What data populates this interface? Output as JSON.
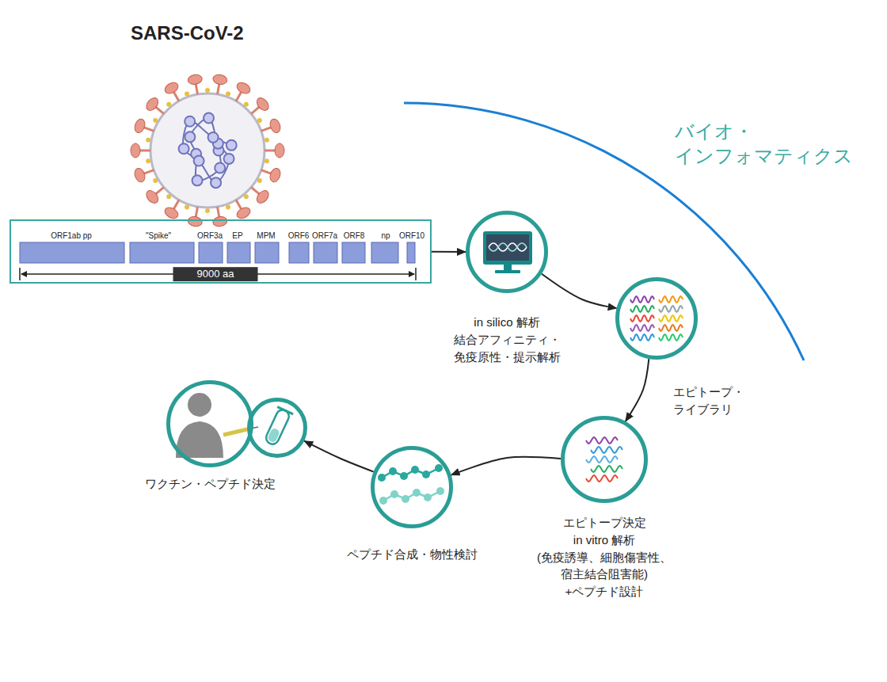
{
  "diagram": {
    "title": "SARS-CoV-2",
    "nodes": [
      {
        "text": [
          "ORF1ab pp",
          "\"Spike\"",
          "ORF3a",
          "EP",
          "MPM",
          "ORF6",
          "ORF7a",
          "ORF8",
          "np",
          "ORF10",
          "9000 aa"
        ]
      },
      {
        "text": [
          "in silico 解析",
          "結合アフィニティ・ 免疫原性・提示解析"
        ]
      },
      {
        "text": []
      },
      {
        "text": [
          "エピトープ決定",
          "in vitro 解析",
          "(免疫誘導、細胞傷害性、 宿主結合阻害能) +ペプチド設計"
        ]
      },
      {
        "text": [
          "ペプチド合成・物性検討"
        ]
      },
      {
        "text": [
          "ワクチン・ペプチド決定"
        ]
      },
      {
        "text": []
      }
    ],
    "edges": [
      {
        "from": 0,
        "to": 1,
        "arrow": "to"
      },
      {
        "from": 1,
        "to": 2,
        "arrow": "to"
      },
      {
        "from": 2,
        "to": 3,
        "arrow": "to",
        "label": "エピトープ・ ライブラリ"
      },
      {
        "from": 3,
        "to": 4,
        "arrow": "to"
      },
      {
        "from": 4,
        "to": 6,
        "arrow": "to"
      }
    ],
    "labels": [
      "バイオ・ インフォマティクス"
    ]
  }
}
